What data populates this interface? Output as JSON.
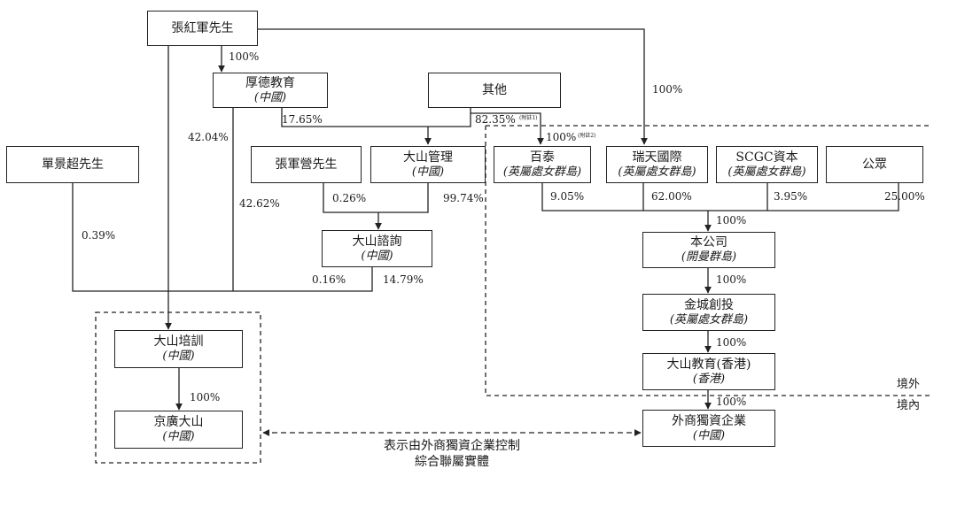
{
  "entities": {
    "zhang_hongjun": {
      "name": "張紅軍先生"
    },
    "houde": {
      "name": "厚德教育",
      "place": "(中國)"
    },
    "others": {
      "name": "其他"
    },
    "shan_jingchao": {
      "name": "單景超先生"
    },
    "zhang_junying": {
      "name": "張軍營先生"
    },
    "dashan_mgmt": {
      "name": "大山管理",
      "place": "(中國)"
    },
    "dashan_consult": {
      "name": "大山諮詢",
      "place": "(中國)"
    },
    "baitai": {
      "name": "百泰",
      "place": "(英屬處女群島)"
    },
    "ruitian": {
      "name": "瑞天國際",
      "place": "(英屬處女群島)"
    },
    "scgc": {
      "name": "SCGC資本",
      "place": "(英屬處女群島)"
    },
    "public": {
      "name": "公眾"
    },
    "company": {
      "name": "本公司",
      "place": "(開曼群島)"
    },
    "jincheng": {
      "name": "金城創投",
      "place": "(英屬處女群島)"
    },
    "dashan_hk": {
      "name": "大山教育(香港)",
      "place": "(香港)"
    },
    "wfoe": {
      "name": "外商獨資企業",
      "place": "(中國)"
    },
    "dashan_training": {
      "name": "大山培訓",
      "place": "(中國)"
    },
    "jingguang": {
      "name": "京廣大山",
      "place": "(中國)"
    }
  },
  "percentages": {
    "p100_houde": "100%",
    "p100_ruitian": "100%",
    "p42_04": "42.04%",
    "p17_65": "17.65%",
    "p82_35": "82.35%",
    "p100_baitai": "100%",
    "p42_62": "42.62%",
    "p0_39": "0.39%",
    "p0_26": "0.26%",
    "p99_74": "99.74%",
    "p0_16": "0.16%",
    "p14_79": "14.79%",
    "p9_05": "9.05%",
    "p62_00": "62.00%",
    "p3_95": "3.95%",
    "p25_00": "25.00%",
    "p100_company": "100%",
    "p100_jincheng": "100%",
    "p100_dashanhk": "100%",
    "p100_wfoe": "100%",
    "p100_jingguang": "100%"
  },
  "notes": {
    "note1": "(附註1)",
    "note2": "(附註2)"
  },
  "labels": {
    "offshore": "境外",
    "onshore": "境內",
    "control_line1": "表示由外商獨資企業控制",
    "control_line2": "綜合聯屬實體"
  }
}
